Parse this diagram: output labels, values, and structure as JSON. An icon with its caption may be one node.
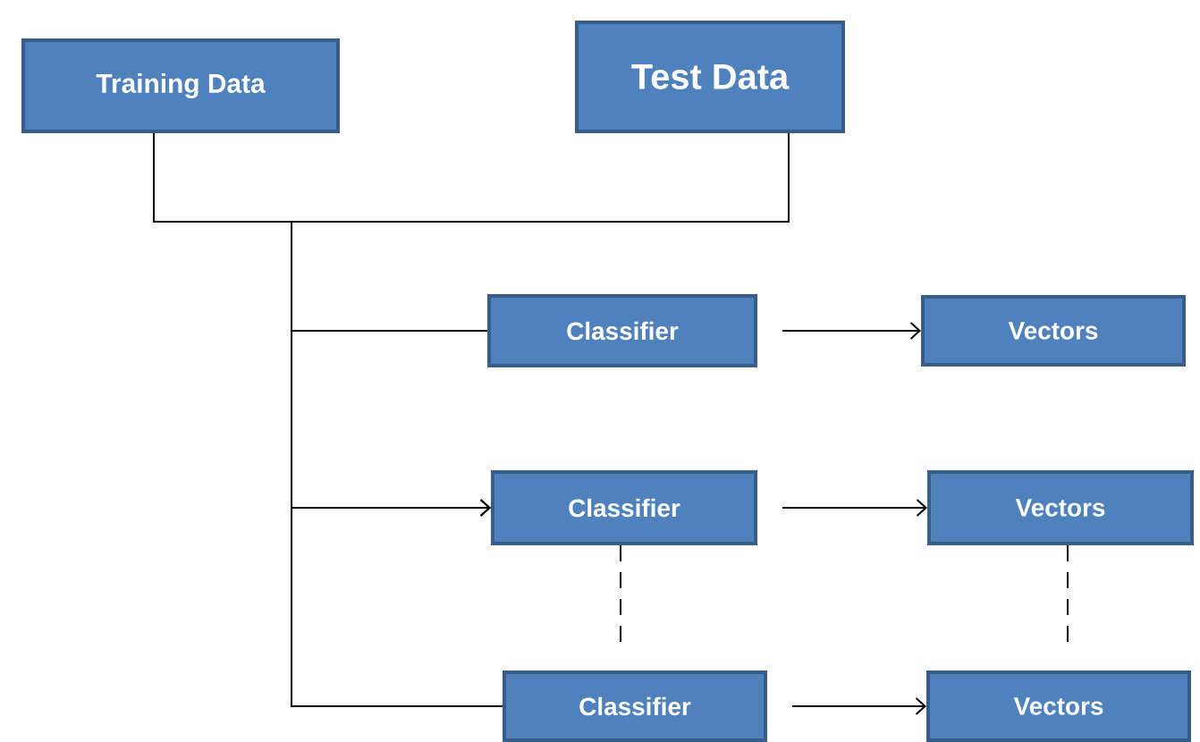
{
  "diagram": {
    "nodes": [
      {
        "text": [
          "Training Data"
        ]
      },
      {
        "text": [
          "Test Data"
        ]
      },
      {
        "text": [
          "Classifier"
        ]
      },
      {
        "text": [
          "Vectors"
        ]
      },
      {
        "text": [
          "Classifier"
        ]
      },
      {
        "text": [
          "Vectors"
        ]
      },
      {
        "text": [
          "Classifier"
        ]
      },
      {
        "text": [
          "Vectors"
        ]
      }
    ],
    "edges": [
      {
        "from": 0,
        "to": 2,
        "arrow": "none"
      },
      {
        "from": 0,
        "to": 4,
        "arrow": "to"
      },
      {
        "from": 0,
        "to": 6,
        "arrow": "none"
      },
      {
        "from": 1,
        "to": 2,
        "arrow": "none"
      },
      {
        "from": 1,
        "to": 4,
        "arrow": "to"
      },
      {
        "from": 1,
        "to": 6,
        "arrow": "none"
      },
      {
        "from": 2,
        "to": 3,
        "arrow": "to"
      },
      {
        "from": 4,
        "to": 5,
        "arrow": "to"
      },
      {
        "from": 6,
        "to": 7,
        "arrow": "to"
      },
      {
        "from": 4,
        "to": 6,
        "arrow": "none",
        "style": "dashed"
      },
      {
        "from": 5,
        "to": 7,
        "arrow": "none",
        "style": "dashed"
      }
    ]
  }
}
